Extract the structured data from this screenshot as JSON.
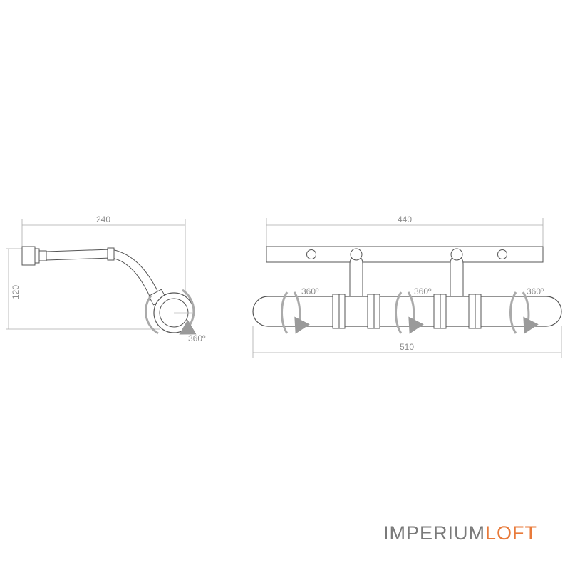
{
  "drawing": {
    "side_view": {
      "width_label": "240",
      "height_label": "120",
      "rotation_label": "360º"
    },
    "front_view": {
      "top_width_label": "440",
      "bottom_width_label": "510",
      "rotation_labels": [
        "360º",
        "360º",
        "360º"
      ]
    }
  },
  "brand": {
    "part1": "IMPERIUM",
    "part2": "LOFT",
    "color1": "#7a7a7a",
    "color2": "#e87a3a"
  },
  "colors": {
    "line": "#555555",
    "dimension": "#9a9a9a",
    "arrow": "#aaaaaa"
  }
}
